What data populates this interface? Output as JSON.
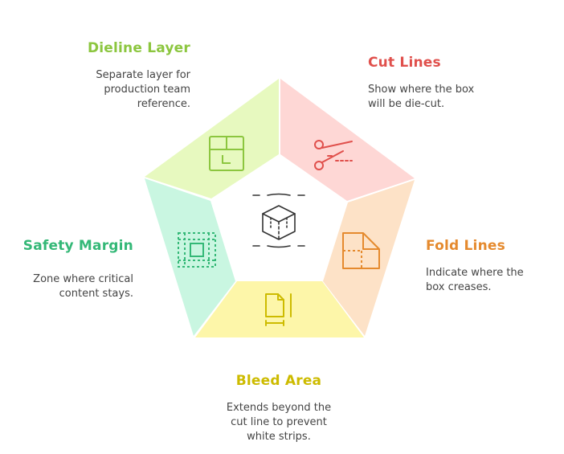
{
  "colors": {
    "dieline": "#8cc63f",
    "cut": "#e0504c",
    "fold": "#e58a2e",
    "bleed": "#cdbb00",
    "safety": "#34b877"
  },
  "center": {
    "icon": "cube-icon"
  },
  "segments": [
    {
      "key": "dieline",
      "title": "Dieline Layer",
      "description": [
        "Separate layer for",
        "production team",
        "reference."
      ],
      "icon": "box-icon"
    },
    {
      "key": "cut",
      "title": "Cut Lines",
      "description": [
        "Show where the box",
        "will be die-cut."
      ],
      "icon": "scissors-icon"
    },
    {
      "key": "fold",
      "title": "Fold Lines",
      "description": [
        "Indicate where the",
        "box creases."
      ],
      "icon": "folded-page-icon"
    },
    {
      "key": "bleed",
      "title": "Bleed Area",
      "description": [
        "Extends beyond the",
        "cut line to prevent",
        "white strips."
      ],
      "icon": "document-bleed-icon"
    },
    {
      "key": "safety",
      "title": "Safety Margin",
      "description": [
        "Zone where critical",
        "content stays."
      ],
      "icon": "safe-zone-icon"
    }
  ]
}
